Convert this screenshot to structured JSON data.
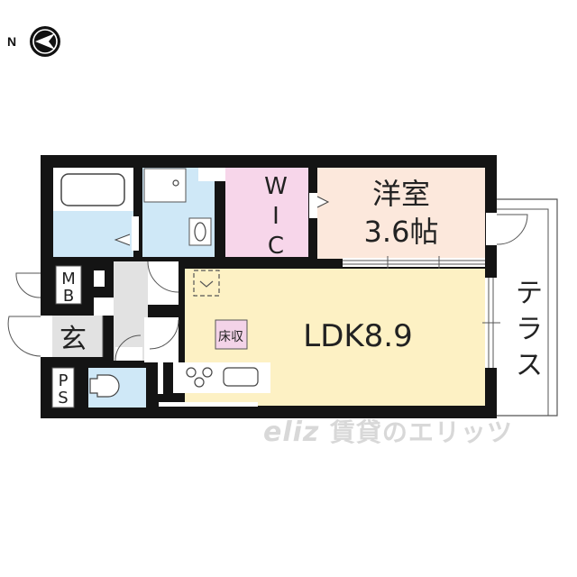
{
  "compass": {
    "label": "N",
    "icon": "north-arrow-icon"
  },
  "rooms": {
    "western_room": {
      "name": "洋室",
      "size": "3.6帖",
      "color": "#fce8dc"
    },
    "wic": {
      "letters": [
        "W",
        "I",
        "C"
      ],
      "color": "#f7d6ea"
    },
    "ldk": {
      "name": "LDK8.9",
      "color": "#fdf1c4"
    },
    "terrace": {
      "name": "テラス"
    },
    "entrance": {
      "name": "玄",
      "color": "#e2e2e2"
    },
    "bath": {
      "color": "#cfe8f7"
    },
    "washroom": {
      "color": "#cfe8f7"
    },
    "toilet": {
      "color": "#cfe8f7"
    },
    "hallway": {
      "color": "#e2e2e2"
    },
    "floor_storage": {
      "label": "床収",
      "color": "#f3d3e8"
    },
    "mb": {
      "letters": [
        "M",
        "B"
      ]
    },
    "ps": {
      "letters": [
        "P",
        "S"
      ]
    }
  },
  "watermark": {
    "logo": "eliz",
    "text": "賃貸のエリッツ"
  },
  "colors": {
    "wall": "#141414",
    "line": "#555555"
  }
}
